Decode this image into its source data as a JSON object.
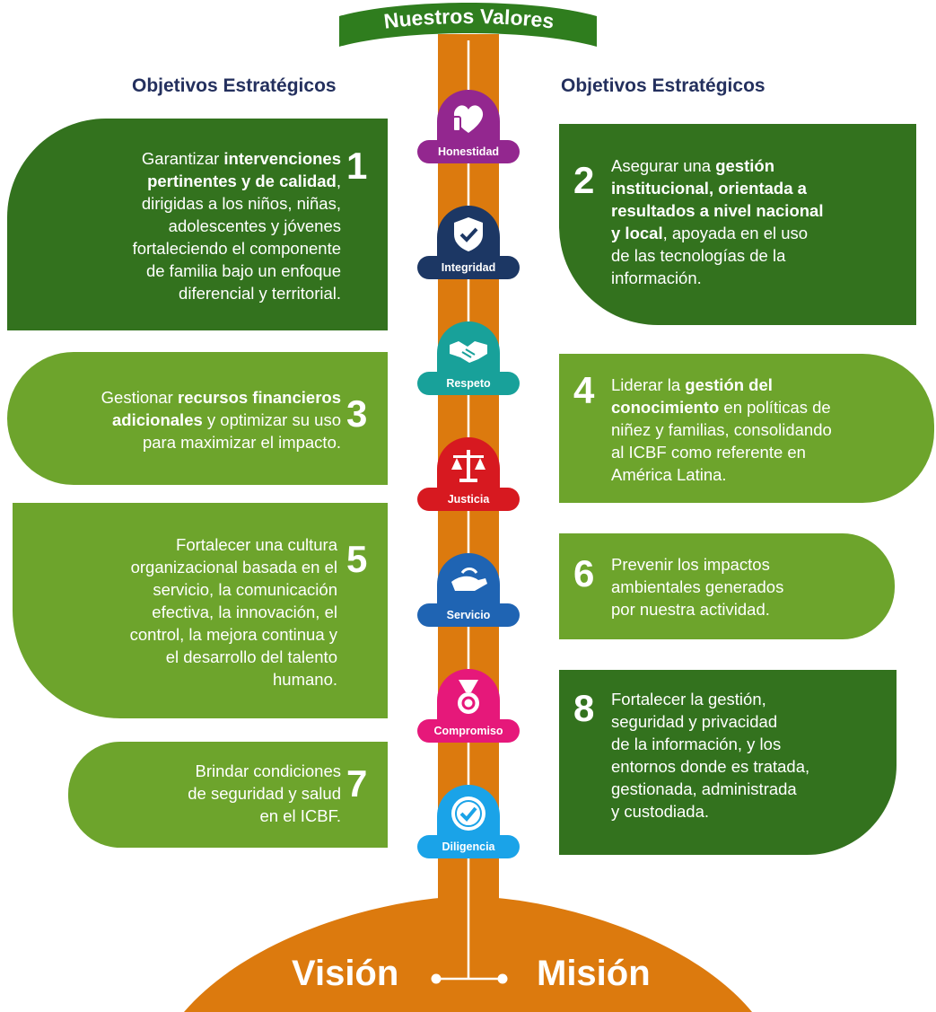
{
  "banner": {
    "title": "Nuestros Valores"
  },
  "headings": {
    "left": "Objetivos Estratégicos",
    "right": "Objetivos Estratégicos"
  },
  "colors": {
    "dark_green": "#33721e",
    "light_green": "#6da42c",
    "trunk_orange": "#dc7a0e",
    "heading_navy": "#24305e"
  },
  "values": [
    {
      "label": "Honestidad",
      "color": "#93278f",
      "icon": "heart-hand-icon"
    },
    {
      "label": "Integridad",
      "color": "#1c3764",
      "icon": "shield-check-icon"
    },
    {
      "label": "Respeto",
      "color": "#18a19a",
      "icon": "handshake-icon"
    },
    {
      "label": "Justicia",
      "color": "#d71920",
      "icon": "scales-icon"
    },
    {
      "label": "Servicio",
      "color": "#1f64b3",
      "icon": "serving-hand-icon"
    },
    {
      "label": "Compromiso",
      "color": "#e6187a",
      "icon": "medal-icon"
    },
    {
      "label": "Diligencia",
      "color": "#1aa3e8",
      "icon": "check-badge-icon"
    }
  ],
  "objectives": [
    {
      "num": "1",
      "lines": [
        [
          {
            "t": "Garantizar "
          },
          {
            "t": "intervenciones",
            "b": true
          }
        ],
        [
          {
            "t": "pertinentes y de calidad",
            "b": true
          },
          {
            "t": ","
          }
        ],
        [
          {
            "t": "dirigidas a los niños, niñas,"
          }
        ],
        [
          {
            "t": "adolescentes y jóvenes"
          }
        ],
        [
          {
            "t": "fortaleciendo el componente"
          }
        ],
        [
          {
            "t": "de familia bajo un enfoque"
          }
        ],
        [
          {
            "t": "diferencial y territorial."
          }
        ]
      ]
    },
    {
      "num": "2",
      "lines": [
        [
          {
            "t": "Asegurar una "
          },
          {
            "t": "gestión",
            "b": true
          }
        ],
        [
          {
            "t": "institucional, orientada a",
            "b": true
          }
        ],
        [
          {
            "t": "resultados a nivel nacional",
            "b": true
          }
        ],
        [
          {
            "t": "y local",
            "b": true
          },
          {
            "t": ", apoyada en el uso"
          }
        ],
        [
          {
            "t": "de las tecnologías de la"
          }
        ],
        [
          {
            "t": "información."
          }
        ]
      ]
    },
    {
      "num": "3",
      "lines": [
        [
          {
            "t": "Gestionar "
          },
          {
            "t": "recursos financieros",
            "b": true
          }
        ],
        [
          {
            "t": "adicionales",
            "b": true
          },
          {
            "t": " y optimizar su uso"
          }
        ],
        [
          {
            "t": "para maximizar el impacto."
          }
        ]
      ]
    },
    {
      "num": "4",
      "lines": [
        [
          {
            "t": "Liderar la "
          },
          {
            "t": "gestión del",
            "b": true
          }
        ],
        [
          {
            "t": "conocimiento",
            "b": true
          },
          {
            "t": " en políticas de"
          }
        ],
        [
          {
            "t": "niñez y familias, consolidando"
          }
        ],
        [
          {
            "t": "al ICBF como referente en"
          }
        ],
        [
          {
            "t": "América Latina."
          }
        ]
      ]
    },
    {
      "num": "5",
      "lines": [
        [
          {
            "t": "Fortalecer una cultura"
          }
        ],
        [
          {
            "t": "organizacional basada en el"
          }
        ],
        [
          {
            "t": "servicio, la comunicación"
          }
        ],
        [
          {
            "t": "efectiva, la innovación, el"
          }
        ],
        [
          {
            "t": "control, la mejora continua y"
          }
        ],
        [
          {
            "t": "el desarrollo del talento"
          }
        ],
        [
          {
            "t": "humano."
          }
        ]
      ]
    },
    {
      "num": "6",
      "lines": [
        [
          {
            "t": "Prevenir los impactos"
          }
        ],
        [
          {
            "t": "ambientales generados"
          }
        ],
        [
          {
            "t": "por nuestra actividad."
          }
        ]
      ]
    },
    {
      "num": "7",
      "lines": [
        [
          {
            "t": "Brindar condiciones"
          }
        ],
        [
          {
            "t": "de seguridad y salud"
          }
        ],
        [
          {
            "t": "en el ICBF."
          }
        ]
      ]
    },
    {
      "num": "8",
      "lines": [
        [
          {
            "t": "Fortalecer la gestión,"
          }
        ],
        [
          {
            "t": "seguridad y privacidad"
          }
        ],
        [
          {
            "t": "de la información, y los"
          }
        ],
        [
          {
            "t": "entornos donde es tratada,"
          }
        ],
        [
          {
            "t": "gestionada, administrada"
          }
        ],
        [
          {
            "t": "y custodiada."
          }
        ]
      ]
    }
  ],
  "roots": {
    "left": "Visión",
    "right": "Misión"
  }
}
